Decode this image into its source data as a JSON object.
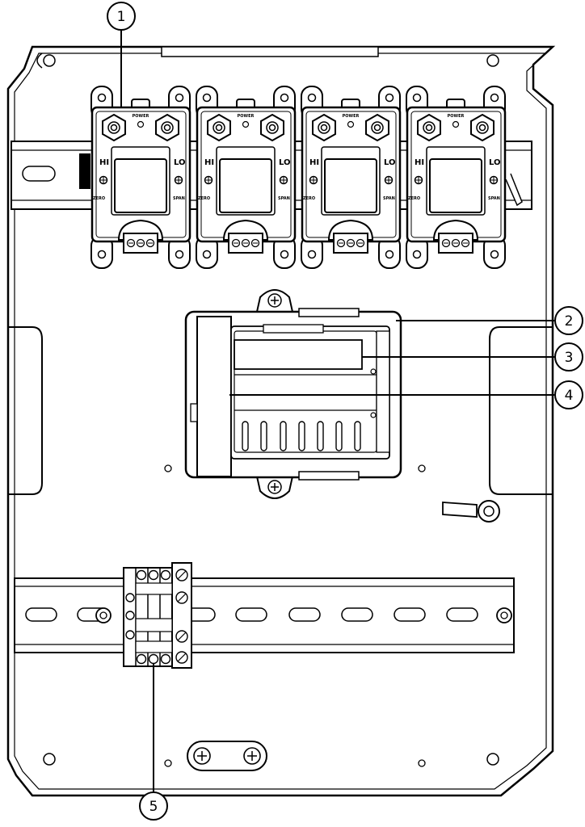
{
  "callouts": [
    {
      "id": "1",
      "label": "1"
    },
    {
      "id": "2",
      "label": "2"
    },
    {
      "id": "3",
      "label": "3"
    },
    {
      "id": "4",
      "label": "4"
    },
    {
      "id": "5",
      "label": "5"
    }
  ],
  "transducer": {
    "power_label": "POWER",
    "hi_label": "HI",
    "lo_label": "LO",
    "zero_label": "ZERO",
    "span_label": "SPAN"
  },
  "colors": {
    "stroke": "#000000",
    "background": "#ffffff",
    "fill_light": "#f2f2f2"
  }
}
